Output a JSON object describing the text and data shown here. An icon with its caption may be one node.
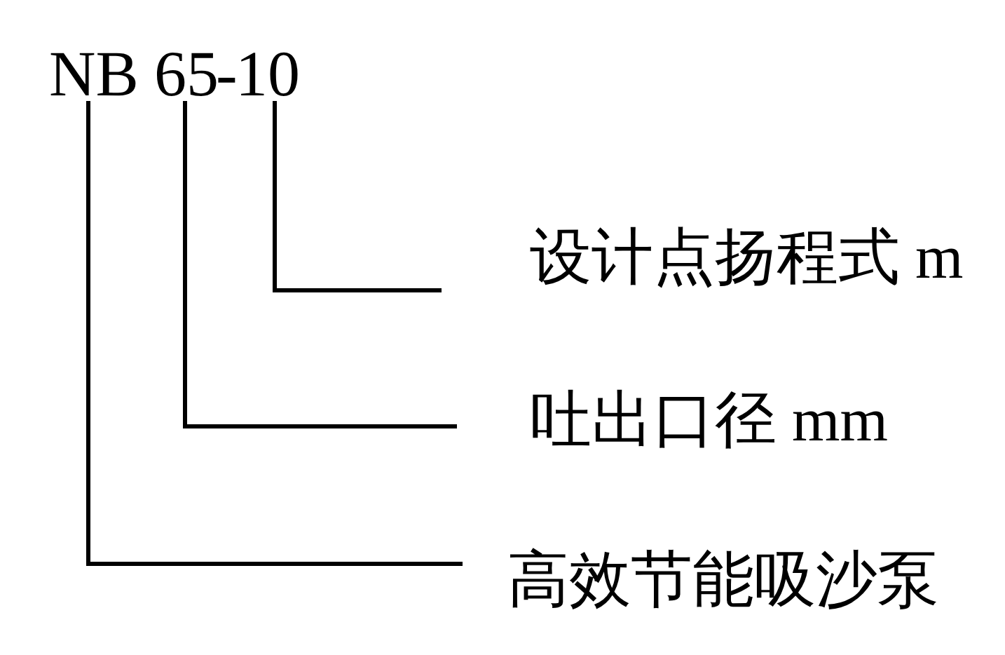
{
  "diagram": {
    "nodes": [
      {
        "text": [
          "NB"
        ]
      },
      {
        "text": [
          "65"
        ]
      },
      {
        "text": [
          "10"
        ]
      },
      {
        "text": [
          "设计点扬程式 m"
        ]
      },
      {
        "text": [
          "吐出口径 mm"
        ]
      },
      {
        "text": [
          "高效节能吸沙泵"
        ]
      }
    ],
    "edges": [
      {
        "from": 3,
        "to": 2,
        "arrow": "none"
      },
      {
        "from": 4,
        "to": 1,
        "arrow": "none"
      },
      {
        "from": 5,
        "to": 0,
        "arrow": "none"
      }
    ],
    "labels": [
      "-"
    ]
  }
}
